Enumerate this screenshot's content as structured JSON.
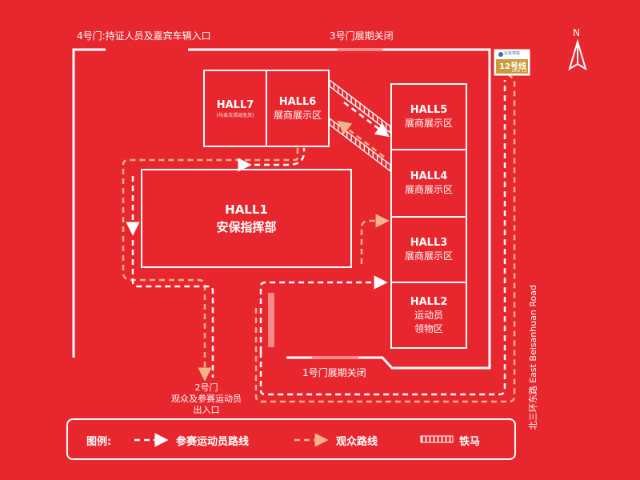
{
  "gates": {
    "gate4": "4号门:持证人员及嘉宾车辆入口",
    "gate3": "3号门展期关闭",
    "gate1": "1号门展期关闭",
    "gate2_line1": "2号门",
    "gate2_line2": "观众及参赛运动员",
    "gate2_line3": "出入口"
  },
  "compass": {
    "label": "N"
  },
  "metro": {
    "logo_text": "北京地铁",
    "line_text": "12号线",
    "line_sub": "Line 12"
  },
  "road": {
    "label": "北三环东路 East Beisanhuan Road"
  },
  "halls": {
    "hall7": {
      "name": "HALL7",
      "note": "(与本次活动无关)"
    },
    "hall6": {
      "name": "HALL6",
      "desc": "展商展示区"
    },
    "hall5": {
      "name": "HALL5",
      "desc": "展商展示区"
    },
    "hall4": {
      "name": "HALL4",
      "desc": "展商展示区"
    },
    "hall3": {
      "name": "HALL3",
      "desc": "展商展示区"
    },
    "hall2": {
      "name": "HALL2",
      "desc1": "运动员",
      "desc2": "领物区"
    },
    "hall1": {
      "name": "HALL1",
      "desc": "安保指挥部"
    }
  },
  "legend": {
    "title": "图例:",
    "athlete_route": "参赛运动员路线",
    "visitor_route": "观众路线",
    "barrier": "铁马"
  },
  "colors": {
    "background": "#e8262d",
    "line": "#ffffff",
    "visitor_route": "#f5b38a",
    "closed_gate": "#f48a8a"
  }
}
